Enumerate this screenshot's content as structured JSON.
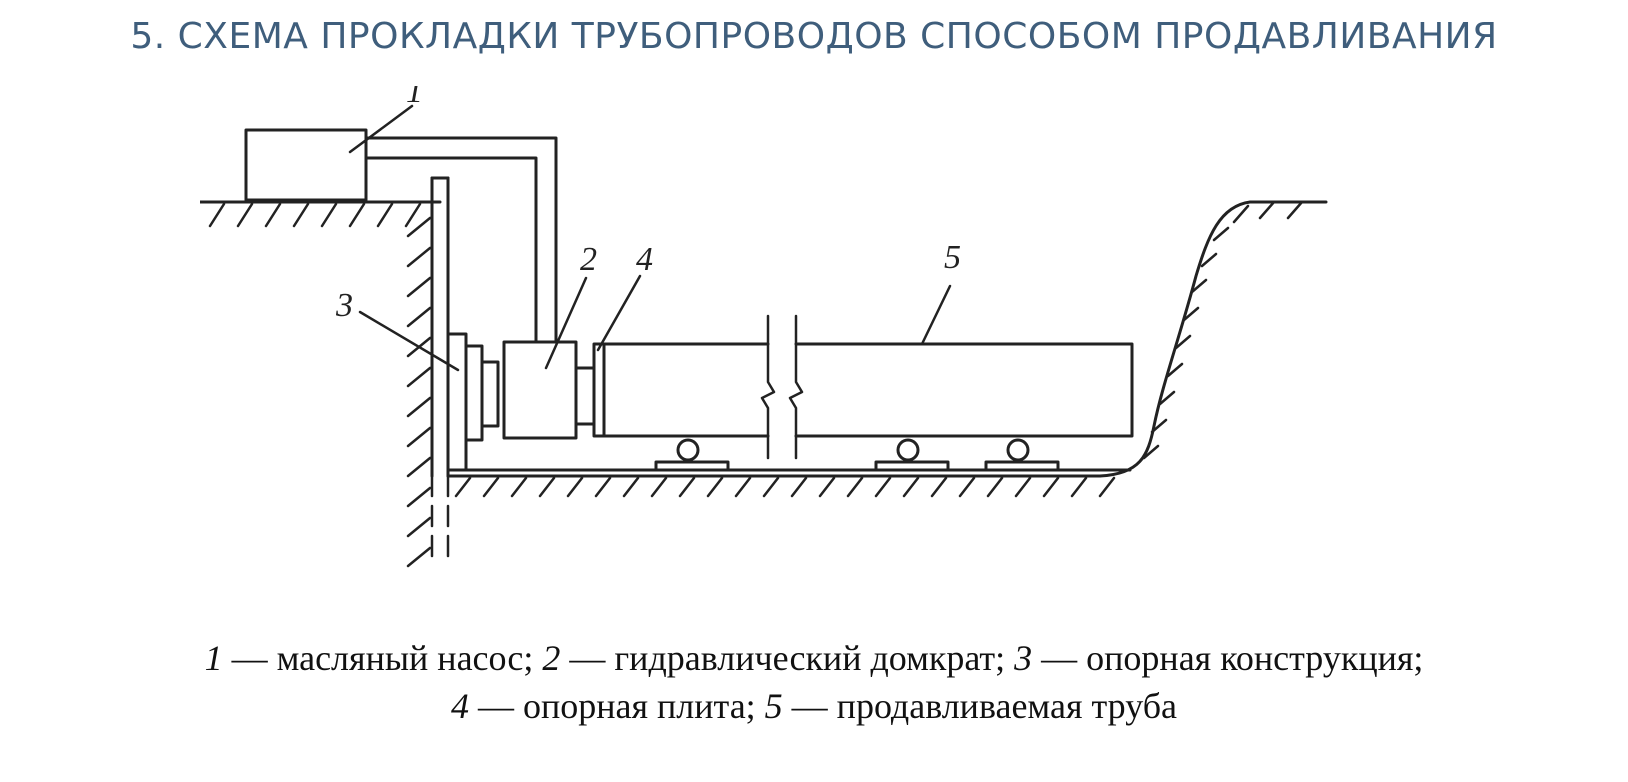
{
  "title": "5. СХЕМА ПРОКЛАДКИ ТРУБОПРОВОДОВ СПОСОБОМ ПРОДАВЛИВАНИЯ",
  "diagram": {
    "labels": [
      "1",
      "2",
      "3",
      "4",
      "5"
    ]
  },
  "caption": {
    "line1": [
      {
        "num": "1",
        "text": " — масляный насос; "
      },
      {
        "num": "2",
        "text": " — гидравлический домкрат; "
      },
      {
        "num": "3",
        "text": " — опорная конструкция;"
      }
    ],
    "line2": [
      {
        "num": "4",
        "text": " — опорная плита; "
      },
      {
        "num": "5",
        "text": " — продавливаемая труба"
      }
    ]
  },
  "colors": {
    "title": "#3f5e7c",
    "line": "#222222"
  }
}
